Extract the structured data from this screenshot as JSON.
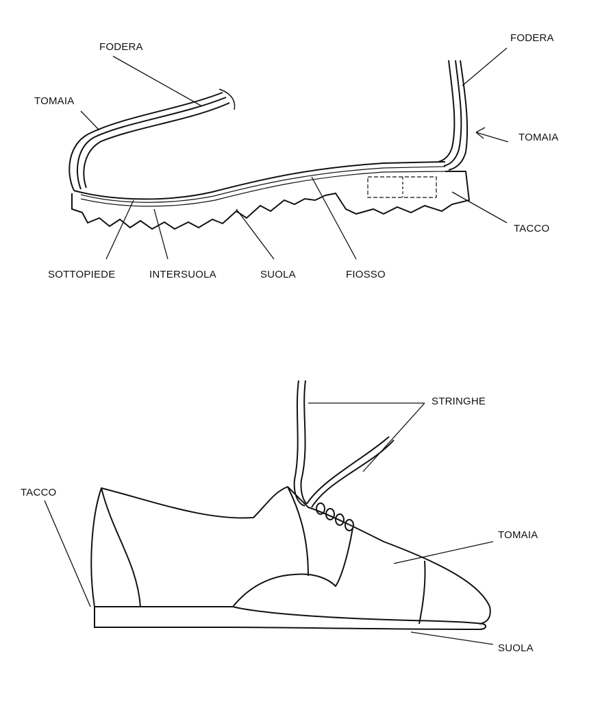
{
  "top_diagram": {
    "labels": {
      "fodera_left": "FODERA",
      "tomaia_left": "TOMAIA",
      "fodera_right": "FODERA",
      "tomaia_right": "TOMAIA",
      "tacco": "TACCO",
      "sottopiede": "SOTTOPIEDE",
      "intersuola": "INTERSUOLA",
      "suola": "SUOLA",
      "fiosso": "FIOSSO"
    }
  },
  "bottom_diagram": {
    "labels": {
      "stringhe": "STRINGHE",
      "tacco": "TACCO",
      "tomaia": "TOMAIA",
      "suola": "SUOLA"
    }
  }
}
